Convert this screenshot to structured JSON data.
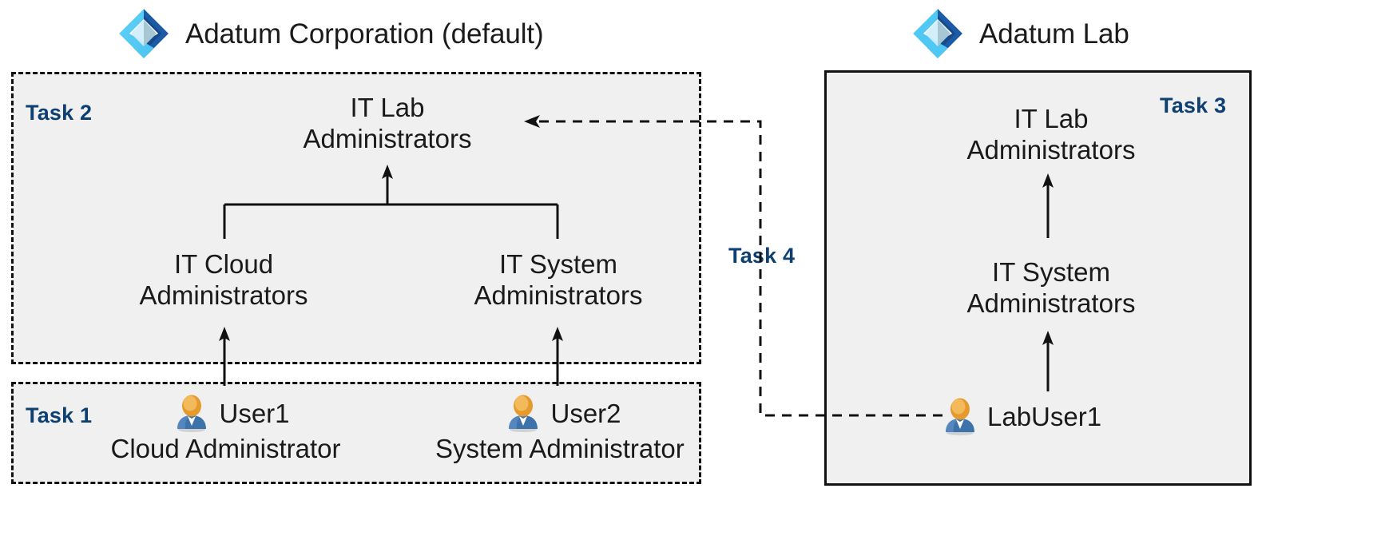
{
  "tenants": [
    {
      "name": "Adatum Corporation (default)",
      "icon": "azure-ad-logo-icon"
    },
    {
      "name": "Adatum Lab",
      "icon": "azure-ad-logo-icon"
    }
  ],
  "tasks": {
    "task1": "Task 1",
    "task2": "Task 2",
    "task3": "Task 3",
    "task4": "Task 4"
  },
  "source_tenant": {
    "groups": {
      "lab_admins": {
        "line1": "IT Lab",
        "line2": "Administrators"
      },
      "cloud_admins": {
        "line1": "IT Cloud",
        "line2": "Administrators"
      },
      "system_admins": {
        "line1": "IT System",
        "line2": "Administrators"
      }
    },
    "users": [
      {
        "name": "User1",
        "role": "Cloud Administrator",
        "icon": "user-icon"
      },
      {
        "name": "User2",
        "role": "System Administrator",
        "icon": "user-icon"
      }
    ]
  },
  "lab_tenant": {
    "groups": {
      "lab_admins": {
        "line1": "IT Lab",
        "line2": "Administrators"
      },
      "system_admins": {
        "line1": "IT System",
        "line2": "Administrators"
      }
    },
    "users": [
      {
        "name": "LabUser1",
        "icon": "user-icon"
      }
    ]
  },
  "colors": {
    "task_label": "#0d4071",
    "box_fill": "#f0f0f0",
    "border": "#111111",
    "logo_light": "#50c9f5",
    "logo_dark": "#134a8e",
    "user_head": "#e8a33d",
    "user_body": "#3f74ab"
  }
}
